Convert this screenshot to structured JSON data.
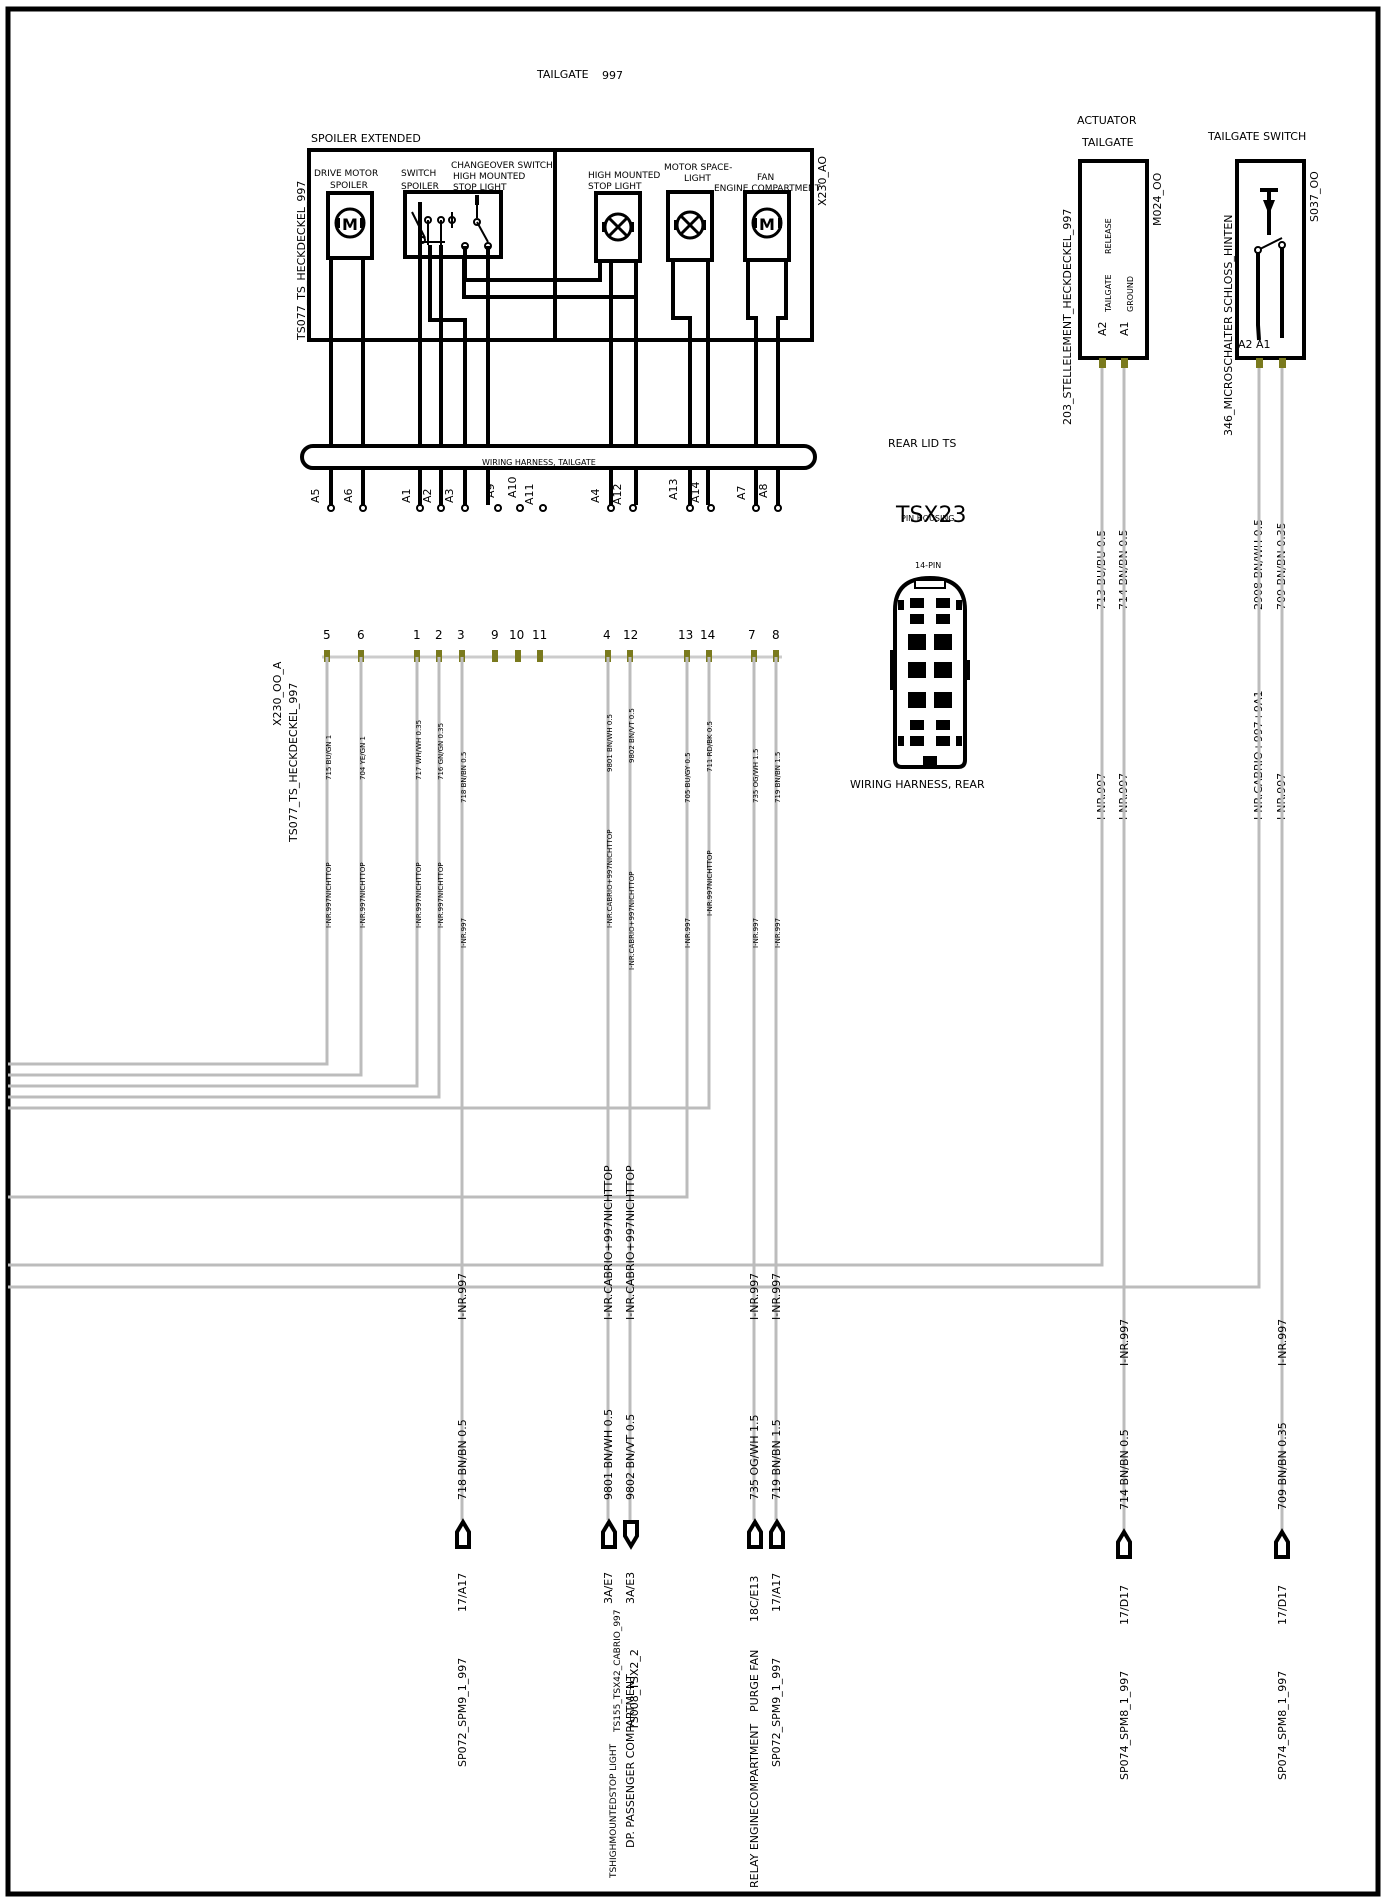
{
  "title": {
    "label": "TAILGATE",
    "model": "997"
  },
  "left_block": {
    "label": "SPOILER EXTENDED",
    "component_id": "TS077_TS_HECKDECKEL_997",
    "connector_id": "X230_AO",
    "harness_label": "WIRING HARNESS, TAILGATE",
    "components": [
      {
        "line1": "DRIVE MOTOR",
        "line2": "SPOILER"
      },
      {
        "line1": "SWITCH",
        "line2": "SPOILER"
      },
      {
        "line1": "CHANGEOVER SWITCH",
        "line2": "HIGH MOUNTED",
        "line3": "STOP LIGHT"
      },
      {
        "line1": "HIGH MOUNTED",
        "line2": "STOP LIGHT"
      },
      {
        "line1": "MOTOR SPACE-",
        "line2": "LIGHT"
      },
      {
        "line1": "FAN",
        "line2": "ENGINE COMPARTMENT"
      }
    ],
    "pin_labels": [
      "A5",
      "A6",
      "A1",
      "A2",
      "A3",
      "A9",
      "A10",
      "A11",
      "A4",
      "A12",
      "A13",
      "A14",
      "A7",
      "A8"
    ]
  },
  "connector_row": {
    "id": "X230_OO_A",
    "component": "TS077_TS_HECKDECKEL_997",
    "pin_numbers": [
      "5",
      "6",
      "1",
      "2",
      "3",
      "9",
      "10",
      "11",
      "4",
      "12",
      "13",
      "14",
      "7",
      "8"
    ]
  },
  "wires_small": [
    {
      "code": "715 BU/GN 1",
      "cond": "I-NR.997NICHTTOP"
    },
    {
      "code": "704 YE/GN 1",
      "cond": "I-NR.997NICHTTOP"
    },
    {
      "code": "717 WH/WH 0.35",
      "cond": "I-NR.997NICHTTOP"
    },
    {
      "code": "716 GN/GN 0.35",
      "cond": "I-NR.997NICHTTOP"
    },
    {
      "code": "718 BN/BN 0.5",
      "cond": "I-NR.997"
    },
    {
      "code": "9801 BN/WH 0.5",
      "cond": "I-NR.CABRIO+997NICHTTOP"
    },
    {
      "code": "9802 BN/VT 0.5",
      "cond": "I-NR.CABRIO+997NICHTTOP"
    },
    {
      "code": "705 BU/GY 0.5",
      "cond": "I-NR.997"
    },
    {
      "code": "711 RD/BK 0.5",
      "cond": "I-NR.997NICHTTOP"
    },
    {
      "code": "735 OG/WH 1.5",
      "cond": "I-NR.997"
    },
    {
      "code": "719 BN/BN 1.5",
      "cond": "I-NR.997"
    }
  ],
  "rear_lid": {
    "label": "REAR LID TS",
    "connector_title": "TSX23",
    "pin_housing": "PIN HOUSING",
    "pin_count": "14-PIN",
    "harness": "WIRING HARNESS, REAR"
  },
  "actuator": {
    "title1": "ACTUATOR",
    "title2": "TAILGATE",
    "id": "M024_OO",
    "component": "203_STELLELEMENT_HECKDECKEL_997",
    "pin_a2": "A2",
    "pin_a1": "A1",
    "inner1": "TAILGATE",
    "inner2": "RELEASE",
    "inner3": "GROUND",
    "wire1": "713 BU/BU 0.5",
    "wire2": "714 BN/BN 0.5",
    "cond1": "I-NR.997",
    "cond2": "I-NR.997"
  },
  "tswitch": {
    "title": "TAILGATE SWITCH",
    "id": "S037_OO",
    "component": "346_MICROSCHALTER SCHLOSS_HINTEN",
    "pins": "A2 A1",
    "wire1": "2908 BN/WH 0.5",
    "wire2": "709 BN/BN 0.35",
    "cond1": "I-NR.CABRIO+997+9A1",
    "cond2": "I-NR.997"
  },
  "bottom": {
    "cond": [
      "I-NR.997",
      "I-NR.CABRIO+997NICHTTOP",
      "I-NR.CABRIO+997NICHTTOP",
      "I-NR.997",
      "I-NR.997",
      "I-NR.997",
      "I-NR.997"
    ],
    "wire": [
      "718 BN/BN 0.5",
      "9801 BN/WH 0.5",
      "9802 BN/VT 0.5",
      "735 OG/WH 1.5",
      "719 BN/BN 1.5",
      "714 BN/BN 0.5",
      "709 BN/BN 0.35"
    ],
    "ref": [
      "17/A17",
      "3A/E7",
      "3A/E3",
      "18C/E13",
      "17/A17",
      "17/D17",
      "17/D17"
    ],
    "dest_a": [
      "SP072_SPM9_1_997",
      "TS155_TSX42_CABRIO_997",
      "TS008_TSX2_2",
      "PURGE FAN",
      "SP072_SPM9_1_997",
      "SP074_SPM8_1_997",
      "SP074_SPM8_1_997"
    ],
    "dest_b": [
      "",
      "TSHIGHMOUNTEDSTOP LIGHT",
      "DP. PASSENGER COMPARTMENT",
      "RELAY ENGINECOMPARTMENT",
      "",
      "",
      ""
    ]
  }
}
